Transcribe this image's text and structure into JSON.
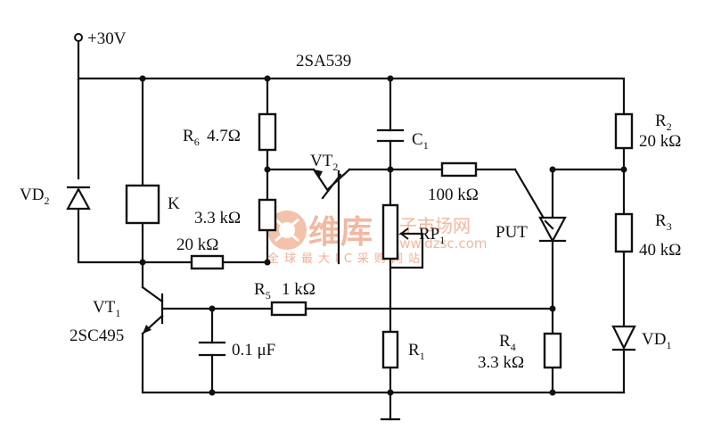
{
  "supply": {
    "label": "+30V"
  },
  "labels": {
    "transistor_top": "2SA539",
    "r6": "R",
    "r6_sub": "6",
    "r6_value": "4.7Ω",
    "c1": "C",
    "c1_sub": "1",
    "r2": "R",
    "r2_sub": "2",
    "r2_value": "20 kΩ",
    "vt2": "VT",
    "vt2_sub": "2",
    "r_100k": "100 kΩ",
    "vd2": "VD",
    "vd2_sub": "2",
    "relay_k": "K",
    "r_3k3": "3.3 kΩ",
    "rp1": "RP",
    "rp1_sub": "1",
    "put": "PUT",
    "r3": "R",
    "r3_sub": "3",
    "r3_value": "40 kΩ",
    "r_20k": "20 kΩ",
    "r5": "R",
    "r5_sub": "5",
    "r5_value": "1 kΩ",
    "vt1": "VT",
    "vt1_sub": "1",
    "vt1_type": "2SC495",
    "vd1": "VD",
    "vd1_sub": "1",
    "r4": "R",
    "r4_sub": "4",
    "r4_value": "3.3 kΩ",
    "c_01": "0.1 μF",
    "r1": "R",
    "r1_sub": "1"
  },
  "watermark": {
    "brand": "维库",
    "site_cn": "电子市场网",
    "url": "www.dzsc.com",
    "tagline": "全球最大IC采购网站"
  }
}
